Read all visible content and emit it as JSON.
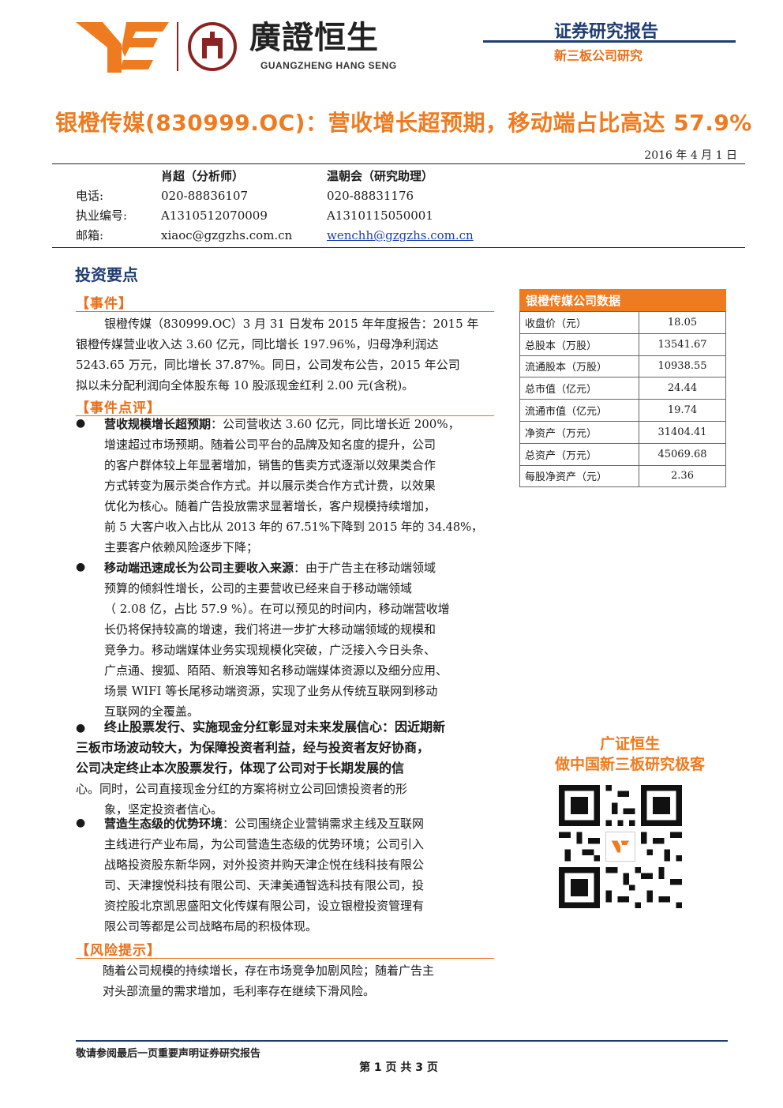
{
  "header": {
    "logo_cn": "廣證恒生",
    "logo_en": "GUANGZHENG HANG SENG",
    "report_type": "证券研究报告",
    "report_sub": "新三板公司研究"
  },
  "title": "银橙传媒(830999.OC)：营收增长超预期，移动端占比高达 57.9%",
  "date": "2016 年 4 月 1 日",
  "analysts": {
    "col1_header": "肖超（分析师）",
    "col2_header": "温朝会（研究助理）",
    "rows": [
      {
        "label": "电话:",
        "v1": "020-88836107",
        "v2": "020-88831176"
      },
      {
        "label": "执业编号:",
        "v1": "A1310512070009",
        "v2": "A1310115050001"
      },
      {
        "label": "邮箱:",
        "v1": "xiaoc@gzgzhs.com.cn",
        "v2": "wenchh@gzgzhs.com.cn"
      }
    ]
  },
  "section_title": "投资要点",
  "event": {
    "tag": "【事件】",
    "lines": [
      "银橙传媒（830999.OC）3 月 31 日发布 2015 年年度报告：2015 年",
      "银橙传媒营业收入达 3.60 亿元，同比增长 197.96%，归母净利润达",
      "5243.65 万元，同比增长 37.87%。同日，公司发布公告，2015 年公司",
      "拟以未分配利润向全体股东每 10 股派现金红利 2.00 元(含税)。"
    ]
  },
  "comment": {
    "tag": "【事件点评】",
    "bullets": [
      {
        "bold": "营收规模增长超预期",
        "lines": [
          "：公司营收达 3.60 亿元，同比增长近 200%，",
          "增速超过市场预期。随着公司平台的品牌及知名度的提升，公司",
          "的客户群体较上年显著增加，销售的售卖方式逐渐以效果类合作",
          "方式转变为展示类合作方式。并以展示类合作方式计费，以效果",
          "优化为核心。随着广告投放需求显著增长，客户规模持续增加，",
          "前 5 大客户收入占比从 2013 年的 67.51%下降到 2015 年的 34.48%，",
          "主要客户依赖风险逐步下降；"
        ]
      },
      {
        "bold": "移动端迅速成长为公司主要收入来源",
        "lines": [
          "：由于广告主在移动端领域",
          "预算的倾斜性增长，公司的主要营收已经来自于移动端领域",
          "（ 2.08 亿，占比 57.9 %）。在可以预见的时间内，移动端营收增",
          "长仍将保持较高的增速，我们将进一步扩大移动端领域的规模和",
          "竞争力。移动端媒体业务实现规模化突破，广泛接入今日头条、",
          "广点通、搜狐、陌陌、新浪等知名移动端媒体资源以及细分应用、",
          "场景 WIFI 等长尾移动端资源，实现了业务从传统互联网到移动",
          "互联网的全覆盖。"
        ]
      },
      {
        "bold": "终止股票发行、实施现金分红彰显对未来发展信心",
        "lines": [
          "：因近期新",
          "三板市场波动较大，为保障投资者利益，经与投资者友好协商，",
          "公司决定终止本次股票发行，体现了公司对于长期发展的信",
          "心。同时，公司直接现金分红的方案将树立公司回馈投资者的形",
          "象，坚定投资者信心。"
        ]
      },
      {
        "bold": "营造生态级的优势环境",
        "lines": [
          "：公司围绕企业营销需求主线及互联网",
          "主线进行产业布局，为公司营造生态级的优势环境；公司引入",
          "战略投资股东新华网，对外投资并购天津企悦在线科技有限公",
          "司、天津搜悦科技有限公司、天津美通智选科技有限公司，投",
          "资控股北京凯思盛阳文化传媒有限公司，设立银橙投资管理有",
          "限公司等都是公司战略布局的积极体现。"
        ]
      }
    ]
  },
  "risk": {
    "tag": "【风险提示】",
    "lines": [
      "随着公司规模的持续增长，存在市场竞争加剧风险；随着广告主",
      "对头部流量的需求增加，毛利率存在继续下滑风险。"
    ]
  },
  "company_table": {
    "title": "银橙传媒公司数据",
    "rows": [
      {
        "k": "收盘价（元）",
        "v": "18.05"
      },
      {
        "k": "总股本（万股）",
        "v": "13541.67"
      },
      {
        "k": "流通股本（万股）",
        "v": "10938.55"
      },
      {
        "k": "总市值（亿元）",
        "v": "24.44"
      },
      {
        "k": "流通市值（亿元）",
        "v": "19.74"
      },
      {
        "k": "净资产（万元）",
        "v": "31404.41"
      },
      {
        "k": "总资产（万元）",
        "v": "45069.68"
      },
      {
        "k": "每股净资产（元）",
        "v": "2.36"
      }
    ]
  },
  "promo": {
    "line1": "广证恒生",
    "line2": "做中国新三板研究极客"
  },
  "footer": {
    "note": "敬请参阅最后一页重要声明证券研究报告",
    "page": "第 1 页 共 3 页"
  },
  "colors": {
    "orange": "#ee7b1f",
    "navy": "#1f3d73"
  },
  "icons": [
    "logo-mark-icon",
    "logo-seal-icon",
    "bullet-dot-icon",
    "qr-code-icon"
  ]
}
